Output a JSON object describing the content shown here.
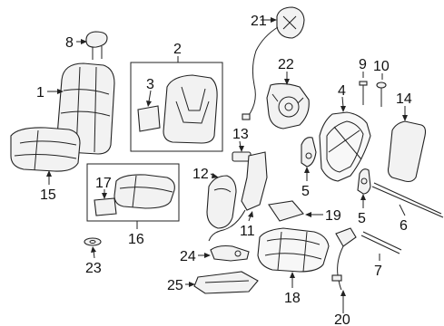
{
  "diagram": {
    "callouts": [
      {
        "id": "c1",
        "text": "1"
      },
      {
        "id": "c2",
        "text": "2"
      },
      {
        "id": "c3",
        "text": "3"
      },
      {
        "id": "c4",
        "text": "4"
      },
      {
        "id": "c5a",
        "text": "5"
      },
      {
        "id": "c5b",
        "text": "5"
      },
      {
        "id": "c6",
        "text": "6"
      },
      {
        "id": "c7",
        "text": "7"
      },
      {
        "id": "c8",
        "text": "8"
      },
      {
        "id": "c9",
        "text": "9"
      },
      {
        "id": "c10",
        "text": "10"
      },
      {
        "id": "c11",
        "text": "11"
      },
      {
        "id": "c12",
        "text": "12"
      },
      {
        "id": "c13",
        "text": "13"
      },
      {
        "id": "c14",
        "text": "14"
      },
      {
        "id": "c15",
        "text": "15"
      },
      {
        "id": "c16",
        "text": "16"
      },
      {
        "id": "c17",
        "text": "17"
      },
      {
        "id": "c18",
        "text": "18"
      },
      {
        "id": "c19",
        "text": "19"
      },
      {
        "id": "c20",
        "text": "20"
      },
      {
        "id": "c21",
        "text": "21"
      },
      {
        "id": "c22",
        "text": "22"
      },
      {
        "id": "c23",
        "text": "23"
      },
      {
        "id": "c24",
        "text": "24"
      },
      {
        "id": "c25",
        "text": "25"
      }
    ]
  }
}
